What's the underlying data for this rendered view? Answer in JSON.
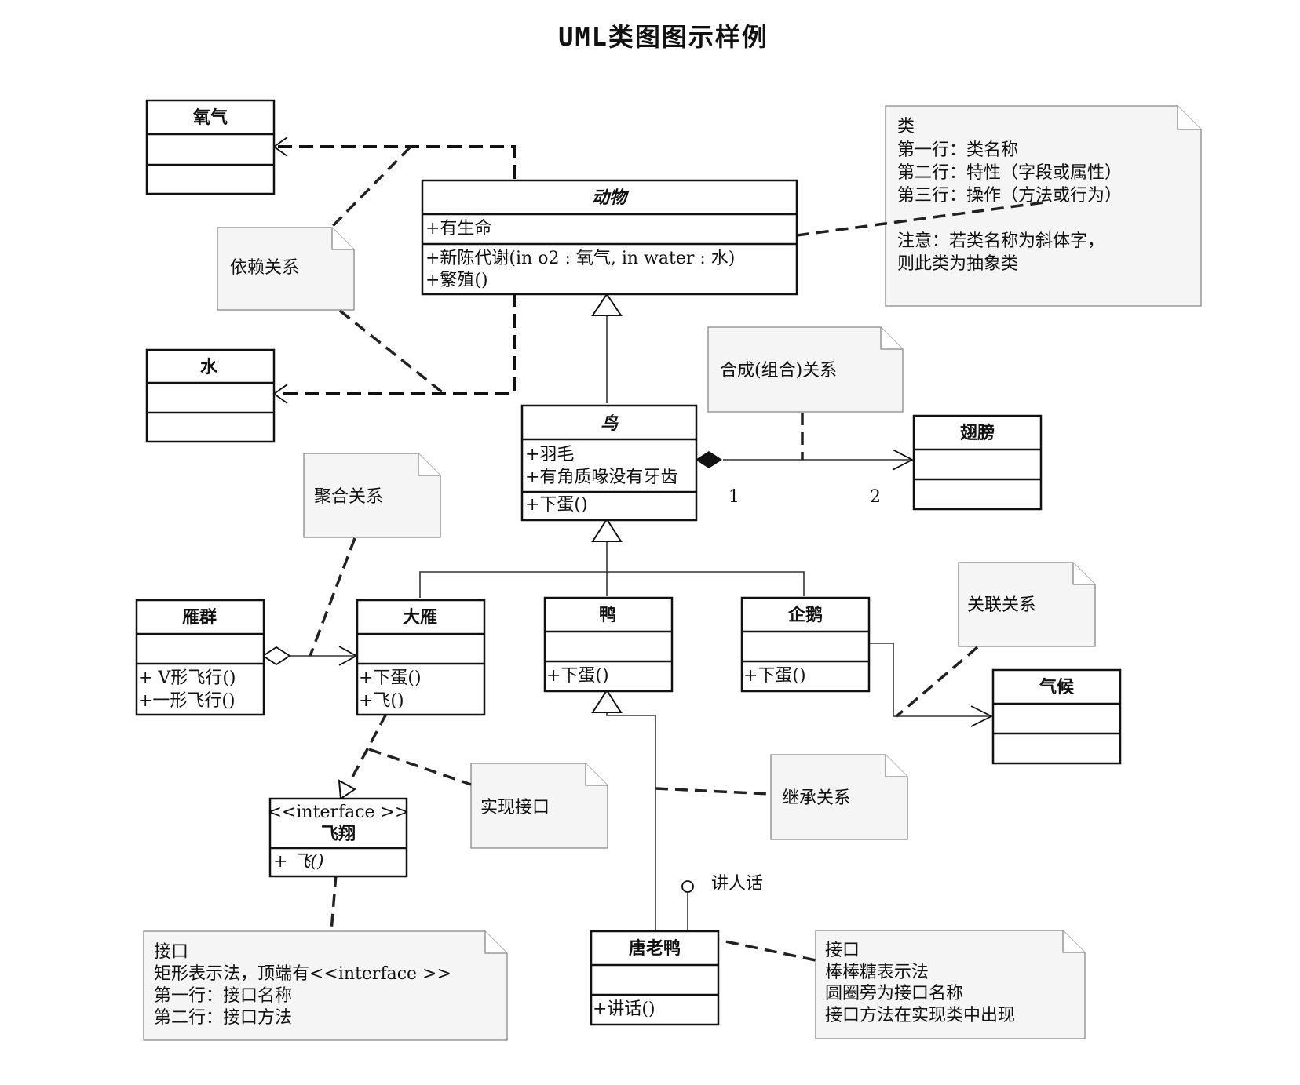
{
  "title": "UML类图图示样例",
  "classes": {
    "oxygen": {
      "name": "氧气"
    },
    "water": {
      "name": "水"
    },
    "animal": {
      "name": "动物",
      "attrs": [
        "+有生命"
      ],
      "ops": [
        "+新陈代谢(in o2 : 氧气, in water : 水)",
        "+繁殖()"
      ]
    },
    "bird": {
      "name": "鸟",
      "attrs": [
        "+羽毛",
        "+有角质喙没有牙齿"
      ],
      "ops": [
        "+下蛋()"
      ]
    },
    "wing": {
      "name": "翅膀"
    },
    "flock": {
      "name": "雁群",
      "ops": [
        "+ V形飞行()",
        "+一形飞行()"
      ]
    },
    "goose": {
      "name": "大雁",
      "ops": [
        "+下蛋()",
        "+飞()"
      ]
    },
    "duck": {
      "name": "鸭",
      "ops": [
        "+下蛋()"
      ]
    },
    "penguin": {
      "name": "企鹅",
      "ops": [
        "+下蛋()"
      ]
    },
    "climate": {
      "name": "气候"
    },
    "fly": {
      "stereotype": "<<interface >>",
      "name": "飞翔",
      "ops": [
        "+ 飞()"
      ]
    },
    "donald": {
      "name": "唐老鸭",
      "ops": [
        "+讲话()"
      ]
    }
  },
  "notes": {
    "dependency": "依赖关系",
    "class_note": [
      "类",
      "第一行：类名称",
      "第二行：特性（字段或属性）",
      "第三行：操作（方法或行为）",
      "注意：若类名称为斜体字，",
      "则此类为抽象类"
    ],
    "composition": "合成(组合)关系",
    "aggregation": "聚合关系",
    "association": "关联关系",
    "realization": "实现接口",
    "inheritance": "继承关系",
    "interface_note": [
      "接口",
      "矩形表示法，顶端有<<interface >>",
      "第一行：接口名称",
      "第二行：接口方法"
    ],
    "lollipop_note": [
      "接口",
      "棒棒糖表示法",
      "圆圈旁为接口名称",
      "接口方法在实现类中出现"
    ]
  },
  "multiplicity": {
    "bird_side": "1",
    "wing_side": "2"
  },
  "lollipop_label": "讲人话"
}
